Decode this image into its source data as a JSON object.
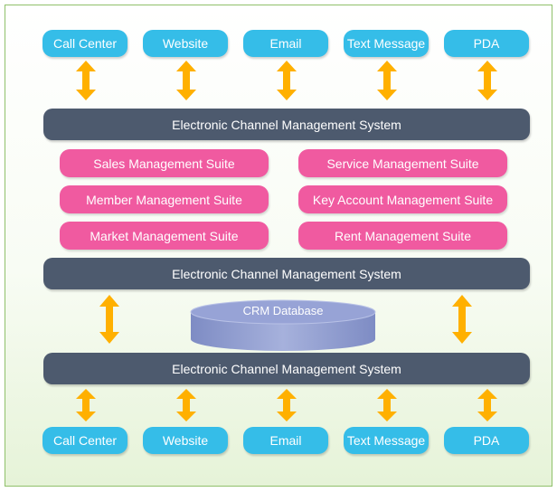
{
  "channels_top": [
    "Call Center",
    "Website",
    "Email",
    "Text Message",
    "PDA"
  ],
  "channels_bottom": [
    "Call Center",
    "Website",
    "Email",
    "Text Message",
    "PDA"
  ],
  "bars": [
    "Electronic Channel Management System",
    "Electronic Channel Management System",
    "Electronic Channel Management System"
  ],
  "suites": {
    "left": [
      "Sales Management Suite",
      "Member Management Suite",
      "Market Management Suite"
    ],
    "right": [
      "Service Management Suite",
      "Key Account Management Suite",
      "Rent Management Suite"
    ]
  },
  "database": {
    "label": "CRM Database"
  },
  "colors": {
    "channel": "#35bde8",
    "bar": "#4d5a6e",
    "suite": "#f05aa0",
    "database": "#8d9acc",
    "arrow": "#ffb000",
    "border": "#8fc06a"
  },
  "icons": {
    "arrow": "double-headed-vertical-arrow",
    "database": "cylinder"
  }
}
